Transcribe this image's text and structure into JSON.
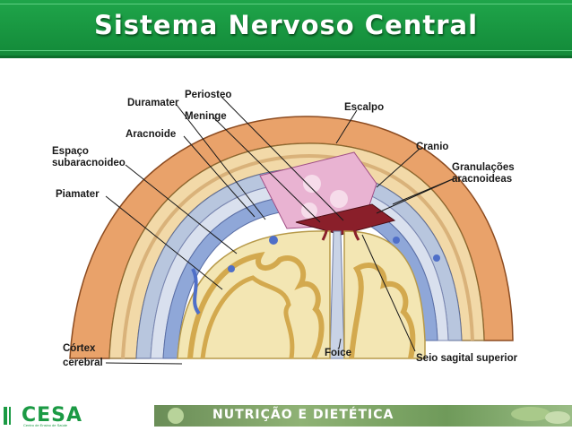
{
  "title": "Sistema Nervoso Central",
  "labels": {
    "duramater": "Duramater",
    "periosteo": "Periosteo",
    "meninge": "Meninge",
    "aracnoide": "Aracnoide",
    "espaco": "Espaço",
    "subaracnoideo": "subaracnoideo",
    "piamater": "Piamater",
    "escalpo": "Escalpo",
    "cranio": "Cranio",
    "granulacoes": "Granulações",
    "aracnoideas": "aracnoideas",
    "cortex": "Córtex",
    "cerebral": "cerebral",
    "foice": "Foice",
    "seio": "Seio sagital superior"
  },
  "footer": {
    "logo": "CESA",
    "logo_sub": "Centro de Ensino de Saúde",
    "banner": "NUTRIÇÃO E DIETÉTICA"
  }
}
